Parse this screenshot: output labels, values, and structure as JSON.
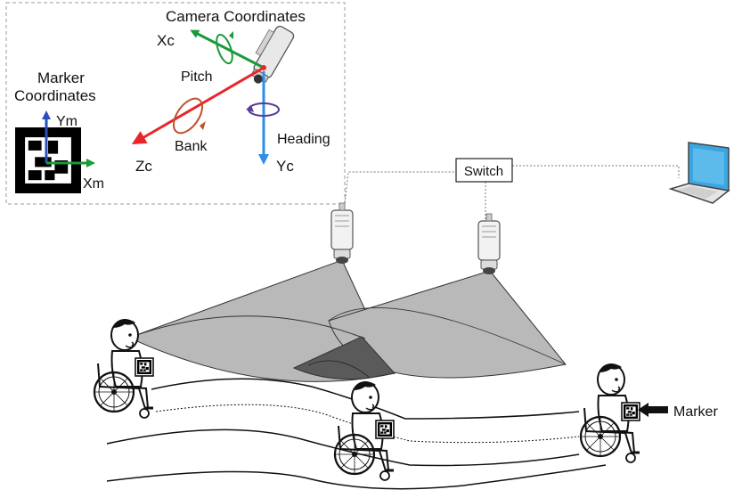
{
  "inset": {
    "camera_title": "Camera Coordinates",
    "marker_title_line1": "Marker",
    "marker_title_line2": "Coordinates",
    "axes": {
      "xc": "Xc",
      "yc": "Yc",
      "zc": "Zc",
      "xm": "Xm",
      "ym": "Ym"
    },
    "rotations": {
      "pitch": "Pitch",
      "bank": "Bank",
      "heading": "Heading"
    }
  },
  "network": {
    "switch_label": "Switch"
  },
  "legend": {
    "marker_label": "Marker"
  },
  "colors": {
    "x_axis": "#1a9a3a",
    "y_axis": "#2e8fe6",
    "z_axis": "#e8262a",
    "ym_axis": "#2b4fb8",
    "pitch": "#1a9a3a",
    "bank": "#c0502a",
    "heading": "#5a3a9a",
    "cone_fill": "#b9b9b9",
    "overlap_fill": "#5a5a5a",
    "inset_border": "#9a9a9a",
    "laptop_screen": "#3aa6e0"
  },
  "icons": [
    "camera-icon",
    "laptop-icon",
    "wheelchair-user-icon",
    "fiducial-marker-icon",
    "arrow-icon"
  ]
}
